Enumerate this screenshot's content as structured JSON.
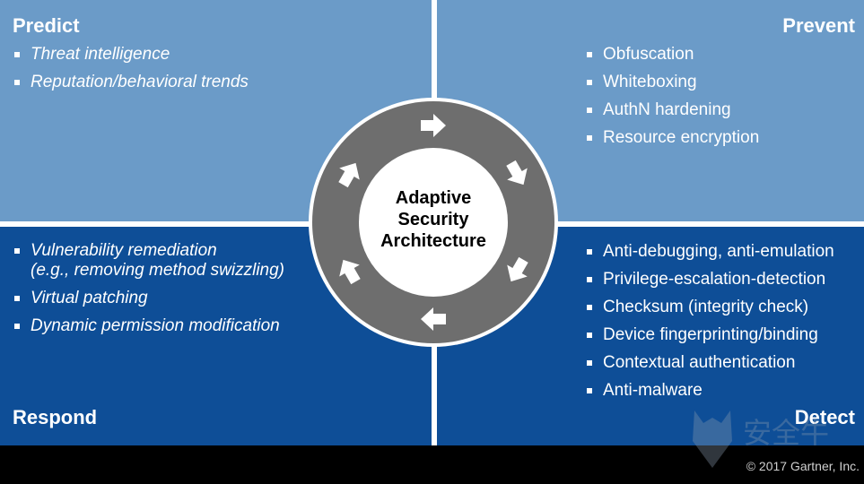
{
  "quadrants": {
    "predict": {
      "title": "Predict",
      "items": [
        "Threat intelligence",
        "Reputation/behavioral trends"
      ]
    },
    "prevent": {
      "title": "Prevent",
      "items": [
        "Obfuscation",
        "Whiteboxing",
        "AuthN hardening",
        "Resource encryption"
      ]
    },
    "respond": {
      "title": "Respond",
      "items": [
        "Vulnerability remediation",
        "(e.g., removing method swizzling)",
        "Virtual patching",
        "Dynamic permission modification"
      ]
    },
    "detect": {
      "title": "Detect",
      "items": [
        "Anti-debugging, anti-emulation",
        "Privilege-escalation-detection",
        "Checksum (integrity check)",
        "Device fingerprinting/binding",
        "Contextual authentication",
        "Anti-malware"
      ]
    }
  },
  "center": {
    "line1": "Adaptive",
    "line2": "Security",
    "line3": "Architecture"
  },
  "cycle": {
    "arrow_count": 6,
    "ring_color": "#6e6e6e",
    "arrow_icon": "arrow-icon"
  },
  "footer": {
    "copyright": "© 2017 Gartner, Inc."
  },
  "watermark": {
    "text": "安全牛"
  },
  "colors": {
    "light_blue": "#6b9bc8",
    "dark_blue": "#0e4e97",
    "ring_gray": "#6e6e6e"
  }
}
